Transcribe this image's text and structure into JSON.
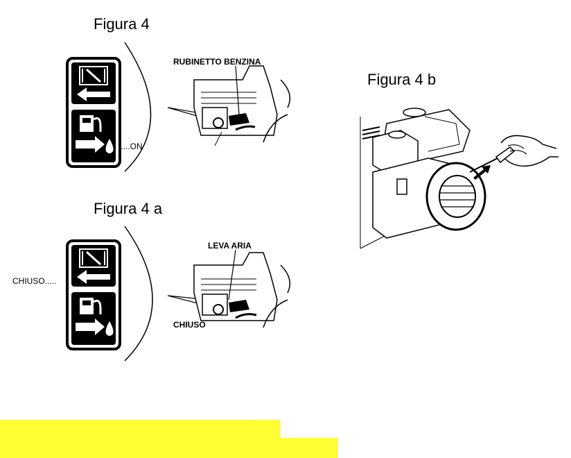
{
  "figures": {
    "fig4": {
      "title": "Figura 4",
      "on_label": ".....ON",
      "callout": "RUBINETTO BENZINA"
    },
    "fig4a": {
      "title": "Figura 4 a",
      "left_label": "CHIUSO.....",
      "callout": "LEVA ARIA",
      "bottom_label": "CHIUSO"
    },
    "fig4b": {
      "title": "Figura 4 b"
    }
  },
  "colors": {
    "highlight": "#ffff33",
    "ink": "#000000"
  }
}
